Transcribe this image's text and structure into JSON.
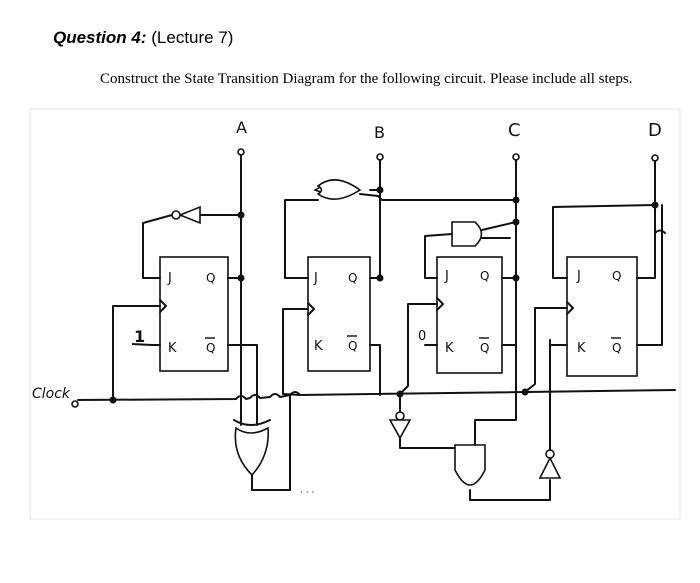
{
  "question": {
    "label": "Question 4:",
    "lecture": "(Lecture 7)"
  },
  "instruction": "Construct the State Transition Diagram for the following circuit. Please include all steps.",
  "circuit": {
    "outputs": [
      "A",
      "B",
      "C",
      "D"
    ],
    "clock_label": "Clock",
    "pin_J": "J",
    "pin_K": "K",
    "pin_Q": "Q",
    "constant_one": "1",
    "constant_zero": "0"
  }
}
